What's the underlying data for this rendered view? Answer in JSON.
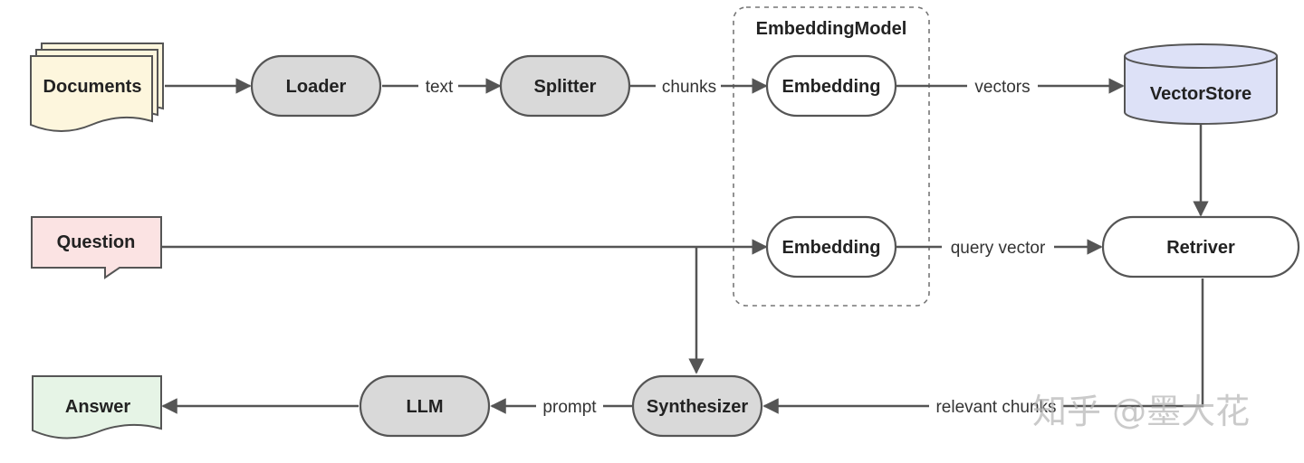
{
  "diagram": {
    "group_label": "EmbeddingModel",
    "nodes": {
      "documents": "Documents",
      "loader": "Loader",
      "splitter": "Splitter",
      "embedding_top": "Embedding",
      "vectorstore": "VectorStore",
      "question": "Question",
      "embedding_bottom": "Embedding",
      "retriver": "Retriver",
      "answer": "Answer",
      "llm": "LLM",
      "synthesizer": "Synthesizer"
    },
    "edges": {
      "text": "text",
      "chunks": "chunks",
      "vectors": "vectors",
      "query_vector": "query vector",
      "relevant_chunks": "relevant chunks",
      "prompt": "prompt"
    },
    "colors": {
      "documents_fill": "#fdf6dd",
      "question_fill": "#fbe3e3",
      "answer_fill": "#e6f4e6",
      "vectorstore_fill": "#dde1f7",
      "process_fill": "#d9d9d9",
      "outline": "#555555"
    }
  },
  "watermark": "知乎 @墨大花"
}
